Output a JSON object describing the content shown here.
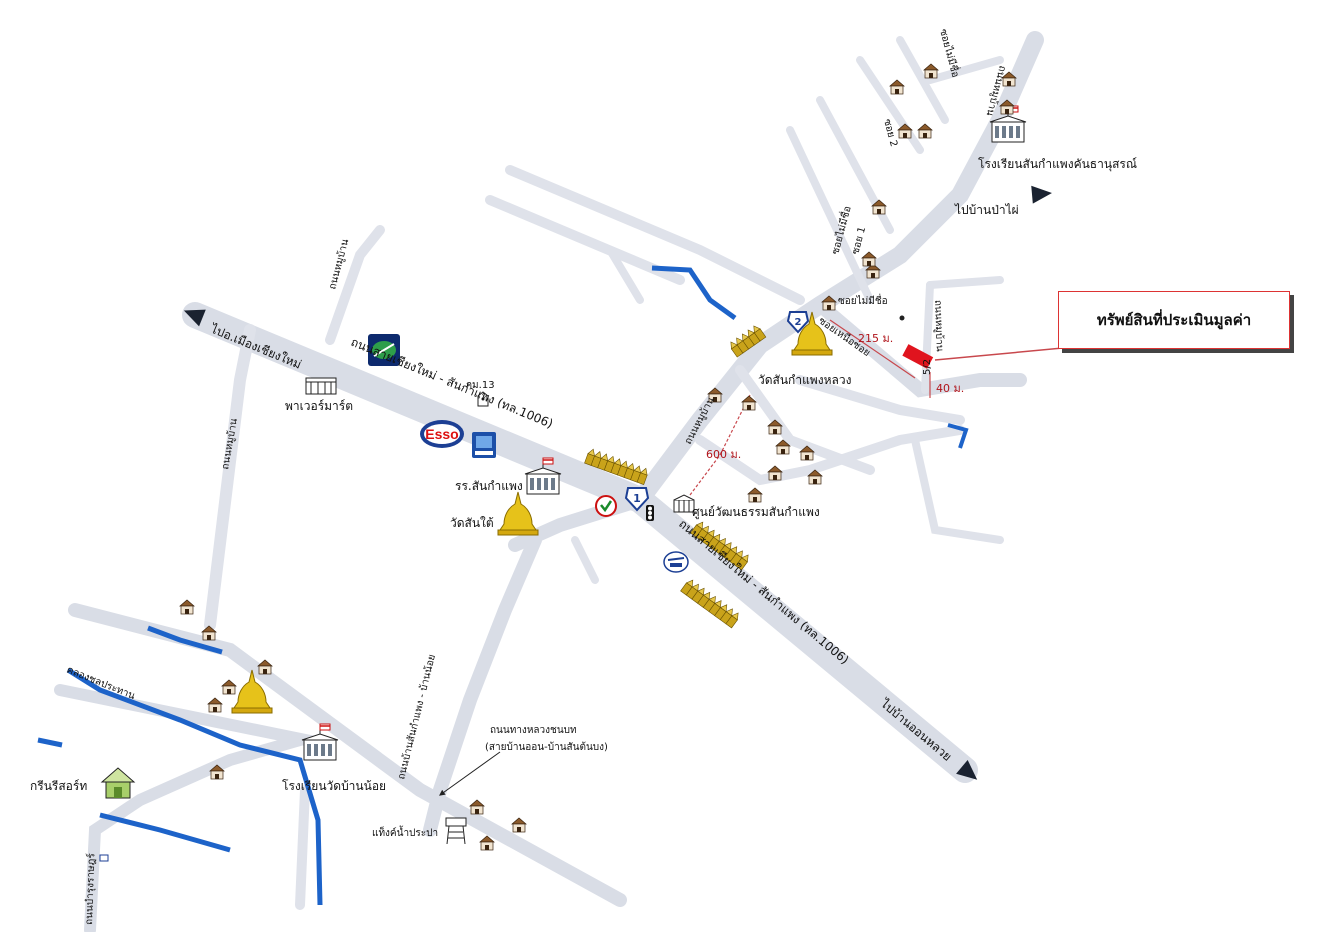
{
  "map": {
    "callout": {
      "label": "ทรัพย์สินที่ประเมินมูลค่า"
    },
    "roads": {
      "main_nw_label": "ถนนสายเชียงใหม่ - สันกำแพง (ทล.1006)",
      "main_se_label": "ถนนสายเชียงใหม่ - สันกำแพง (ทล.1006)",
      "to_chiang_mai": "ไปอ.เมืองเชียงใหม่",
      "to_on_luang": "ไปบ้านออนหลวย",
      "to_ban_pa_phai": "ไปบ้านป่าไผ่",
      "san_kamphaeng_ban_noi": "ถนนบ้านสันกำแพง - บ้านน้อย",
      "rural_road_title": "ถนนทางหลวงชนบท",
      "rural_road_sub": "(สายบ้านออน-บ้านสันต้นบง)",
      "soi_1": "ซอย 1",
      "soi_2": "ซอย 2",
      "soi_unnamed_1": "ซอยไม่มีชื่อ",
      "soi_unnamed_2": "ซอยไม่มีชื่อ",
      "soi_unnamed_3": "ซอยไม่มีชื่อ",
      "soi_northern": "ซอยเหนือซอย",
      "soi_5_2": "5/2",
      "road_north": "ถนนหมูบ้าน",
      "road_left": "ถนนหมูบ้าน",
      "road_left2": "ถนนหมูบ้าน",
      "road_mid": "ถนนหมูบ้าน",
      "canal_name": "คลองชลประทาน",
      "road_bottom_left": "ถนนบำรุงราษฎร์"
    },
    "places": {
      "power_mart": "พาเวอร์มาร์ต",
      "km13": "กม.13",
      "esso": "Esso",
      "school_sankamphaeng": "รร.สันกำแพง",
      "wat_san_tai": "วัดสันใต้",
      "cultural_center": "ศูนย์วัฒนธรรมสันกำแพง",
      "wat_san_kamphaeng_luang": "วัดสันกำแพงหลวง",
      "school_khantha": "โรงเรียนสันกำแพงคันธานุสรณ์",
      "school_wat_ban_noi": "โรงเรียนวัดบ้านน้อย",
      "green_resort": "กรีนรีสอร์ท",
      "water_tank": "แท็งค์น้ำประปา"
    },
    "distances": {
      "d215": "215 ม.",
      "d40": "40 ม.",
      "d600": "600 ม."
    },
    "markers": {
      "route_1": "1",
      "route_2": "2"
    },
    "colors": {
      "road": "#d9dde6",
      "canal": "#1d63c9",
      "property": "#e0141e",
      "distance_line": "#c8484d",
      "temple_gold": "#e6c21a",
      "shophouse": "#c9a31a"
    }
  }
}
